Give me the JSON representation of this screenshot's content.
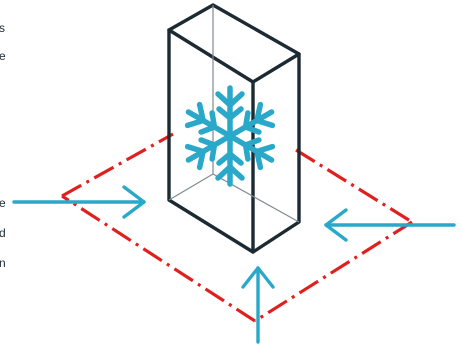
{
  "text_fragments": [
    "s",
    "e",
    "e",
    "d",
    "n"
  ],
  "colors": {
    "outline": "#1b2a33",
    "boundary_dashed": "#e0201e",
    "arrows": "#2aa8c9",
    "snowflake": "#2aa8c9",
    "background": "#ffffff"
  },
  "icons": [
    "freezer-cabinet-icon",
    "snowflake-icon",
    "arrow-icon"
  ]
}
